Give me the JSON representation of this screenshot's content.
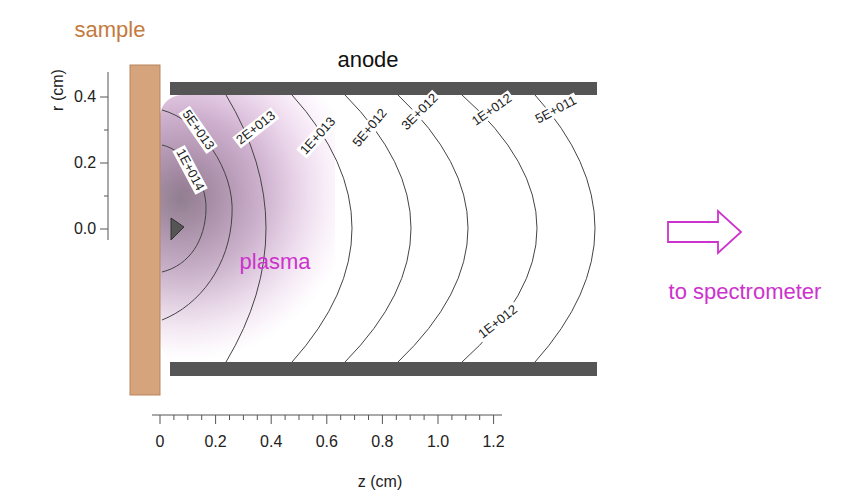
{
  "diagram": {
    "labels": [
      "sample",
      "anode",
      "r (cm)",
      "0.4",
      "0.2",
      "0.0",
      "5E+013",
      "1E+014",
      "2E+013",
      "1E+013",
      "5E+012",
      "3E+012",
      "1E+012",
      "5E+011",
      "plasma",
      "to spectrometer",
      "1E+012",
      "0",
      "0.2",
      "0.4",
      "0.6",
      "0.8",
      "1.0",
      "1.2",
      "z (cm)"
    ]
  }
}
